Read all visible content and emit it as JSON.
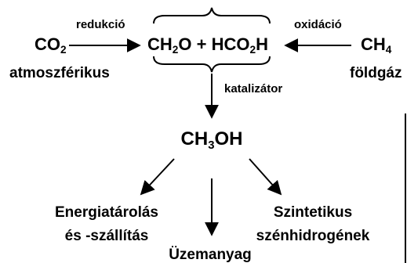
{
  "left": {
    "formula_main": "CO",
    "formula_sub": "2",
    "name": "atmoszférikus",
    "arrow_label": "redukció"
  },
  "center": {
    "part1_main": "CH",
    "part1_sub": "2",
    "part1_tail": "O",
    "plus": "+",
    "part2_main": "HCO",
    "part2_sub": "2",
    "part2_tail": "H",
    "arrow_label": "katalizátor"
  },
  "right": {
    "formula_main": "CH",
    "formula_sub": "4",
    "name": "földgáz",
    "arrow_label": "oxidáció"
  },
  "methanol": {
    "main": "CH",
    "sub": "3",
    "tail": "OH"
  },
  "outputs": {
    "left_line1": "Energiatárolás",
    "left_line2": "és -szállítás",
    "middle": "Üzemanyag",
    "right_line1": "Szintetikus",
    "right_line2": "szénhidrogének"
  },
  "colors": {
    "ink": "#000000",
    "background": "#ffffff"
  }
}
